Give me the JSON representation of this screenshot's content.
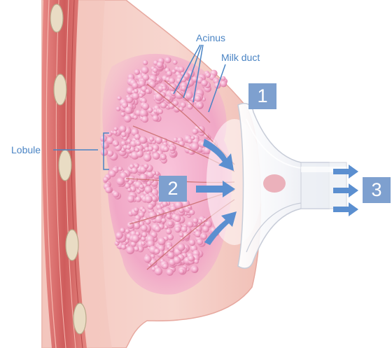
{
  "labels": {
    "acinus": "Acinus",
    "milk_duct": "Milk duct",
    "lobule": "Lobule"
  },
  "steps": [
    "1",
    "2",
    "3"
  ],
  "colors": {
    "label": "#4a84c4",
    "badge": "#7ea0cf",
    "arrow": "#5b8fd0",
    "skin": "#f6cfc6",
    "lobule": "#f0a9c9",
    "muscle": "#d86a6a"
  }
}
